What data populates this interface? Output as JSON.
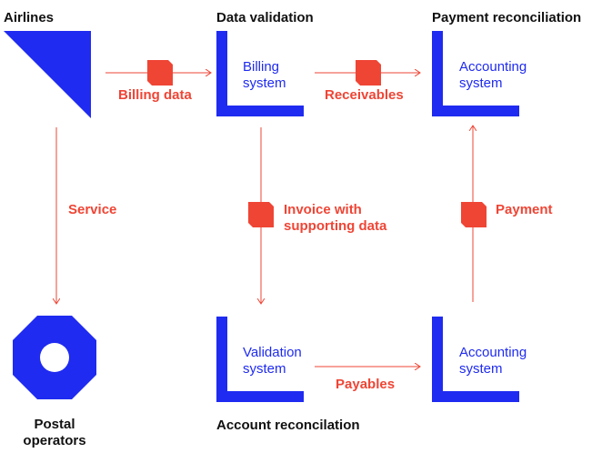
{
  "colors": {
    "blue": "#1f2bf0",
    "red": "#ef4535",
    "text": "#111111",
    "background": "#ffffff"
  },
  "headings": {
    "airlines": "Airlines",
    "data_validation": "Data validation",
    "payment_reconciliation": "Payment reconciliation",
    "account_reconcilation": "Account reconcilation",
    "postal_operators_line1": "Postal",
    "postal_operators_line2": "operators"
  },
  "systems": {
    "billing": {
      "line1": "Billing",
      "line2": "system"
    },
    "accounting_top": {
      "line1": "Accounting",
      "line2": "system"
    },
    "validation": {
      "line1": "Validation",
      "line2": "system"
    },
    "accounting_bottom": {
      "line1": "Accounting",
      "line2": "system"
    }
  },
  "flows": {
    "billing_data": "Billing data",
    "receivables": "Receivables",
    "service": "Service",
    "invoice_line1": "Invoice with",
    "invoice_line2": "supporting data",
    "payment": "Payment",
    "payables": "Payables"
  },
  "icons": {
    "airlines": "airlines-triangle-icon",
    "postal": "postal-octagon-icon",
    "system": "system-l-bracket-icon",
    "document": "document-icon"
  }
}
